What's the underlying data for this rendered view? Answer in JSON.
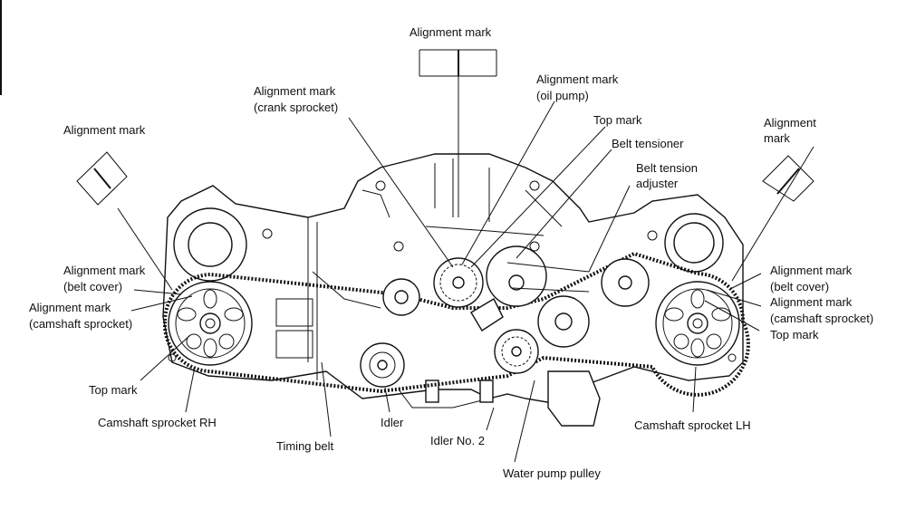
{
  "diagram": {
    "labels": {
      "top_alignment_mark": "Alignment mark",
      "oil_pump_mark_1": "Alignment mark",
      "oil_pump_mark_2": "(oil pump)",
      "crank_mark_1": "Alignment mark",
      "crank_mark_2": "(crank sprocket)",
      "top_mark_center": "Top mark",
      "belt_tensioner": "Belt tensioner",
      "belt_tension_adjuster_1": "Belt tension",
      "belt_tension_adjuster_2": "adjuster",
      "left_alignment_mark": "Alignment mark",
      "right_alignment_mark_1": "Alignment",
      "right_alignment_mark_2": "mark",
      "left_belt_cover_1": "Alignment mark",
      "left_belt_cover_2": "(belt cover)",
      "left_cam_mark_1": "Alignment mark",
      "left_cam_mark_2": "(camshaft sprocket)",
      "left_top_mark": "Top mark",
      "cam_rh": "Camshaft sprocket RH",
      "timing_belt": "Timing belt",
      "idler": "Idler",
      "idler_no2": "Idler No. 2",
      "water_pump_pulley": "Water pump pulley",
      "cam_lh": "Camshaft sprocket LH",
      "right_belt_cover_1": "Alignment mark",
      "right_belt_cover_2": "(belt cover)",
      "right_cam_mark_1": "Alignment mark",
      "right_cam_mark_2": "(camshaft sprocket)",
      "right_top_mark": "Top mark"
    }
  }
}
